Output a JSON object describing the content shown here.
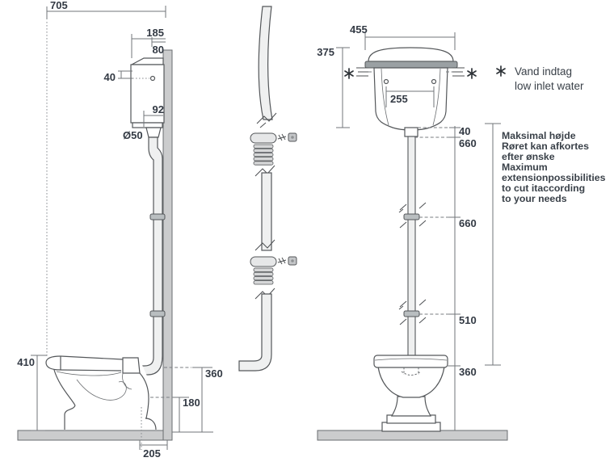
{
  "colors": {
    "background": "#ffffff",
    "text": "#333a44",
    "drawing_line": "#54575a",
    "dimension_line": "#72757a",
    "wall_floor_fill": "#cbcccd",
    "lid_band_fill": "#9aa0a3",
    "pipe_fill": "#eff0f0",
    "ring_fill": "#b9bec0"
  },
  "side_view": {
    "dims": {
      "overall_depth": "705",
      "cistern_depth": "185",
      "lid_depth": "80",
      "inlet_hole": "40",
      "lower_depth": "92",
      "pipe_diameter": "Ø50",
      "bowl_height": "410",
      "inlet_height": "360",
      "trap_height": "180",
      "outlet_setout": "205"
    }
  },
  "front_view": {
    "dims": {
      "cistern_width": "455",
      "cistern_height": "375",
      "hole_spacing": "255",
      "top_offset": "40",
      "pipe_upper": "660",
      "pipe_middle": "660",
      "pipe_lower": "510",
      "bowl_height": "360"
    }
  },
  "legend": {
    "symbol": "✳",
    "lines": [
      "Vand indtag",
      "low inlet water"
    ]
  },
  "max_height_note": {
    "lines": [
      "Maksimal højde",
      "Røret kan afkortes",
      "efter ønske",
      "Maximum",
      "extensionpossibilities",
      "to cut itaccording",
      "to your needs"
    ]
  }
}
